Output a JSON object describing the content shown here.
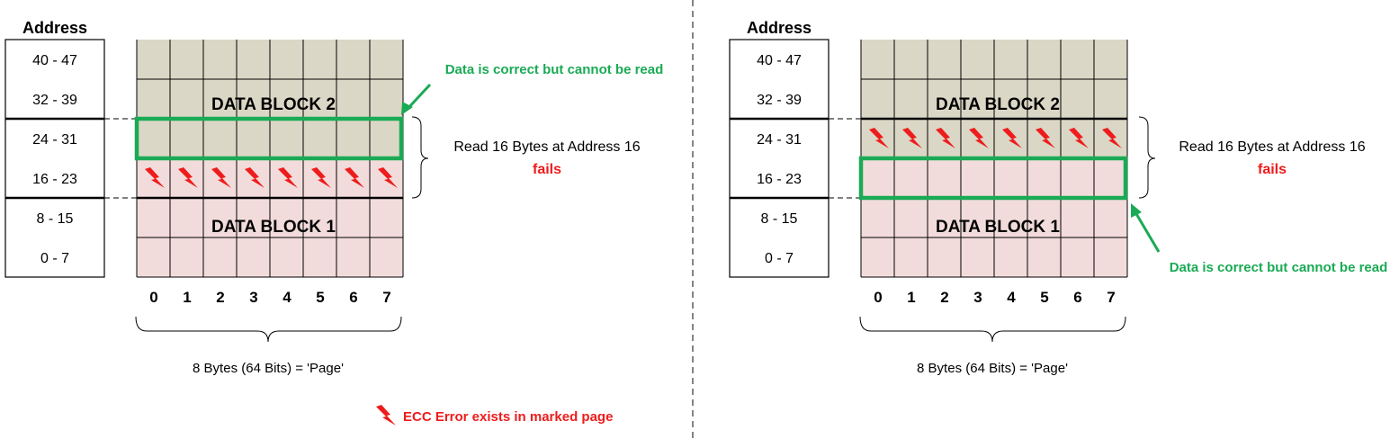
{
  "address_header": "Address",
  "address_rows": [
    "40 - 47",
    "32 - 39",
    "24 - 31",
    "16 - 23",
    "8 - 15",
    "0 - 7"
  ],
  "byte_columns": [
    "0",
    "1",
    "2",
    "3",
    "4",
    "5",
    "6",
    "7"
  ],
  "block_labels": {
    "upper": "DATA BLOCK 2",
    "lower": "DATA BLOCK 1"
  },
  "page_caption": "8 Bytes (64 Bits) = 'Page'",
  "read_label": "Read 16 Bytes at Address 16",
  "fails_label": "fails",
  "correct_label": "Data is correct but cannot be read",
  "legend_label": "ECC Error exists in marked page",
  "panels": [
    {
      "ecc_error_row": "16 - 23",
      "readable_row": "24 - 31"
    },
    {
      "ecc_error_row": "24 - 31",
      "readable_row": "16 - 23"
    }
  ],
  "colors": {
    "block_upper": "#dbd7c6",
    "block_lower": "#f2dcdb",
    "highlight": "#1aaa55",
    "error": "#ee1c1c",
    "grid": "#000000"
  },
  "icons": {
    "ecc_error": "lightning-bolt-icon"
  }
}
